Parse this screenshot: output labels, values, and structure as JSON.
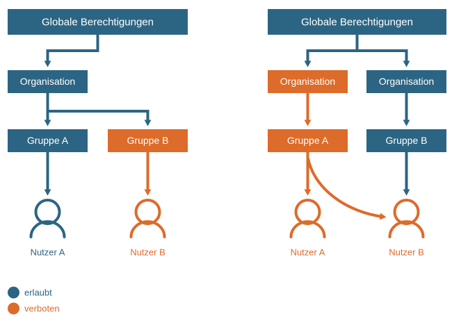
{
  "colors": {
    "allowed": "#2C6583",
    "forbidden": "#DD6B2A",
    "background": "#FFFFFF",
    "box_text": "#FFFFFF"
  },
  "left_panel": {
    "name": "inheritance-allowed-scenario",
    "nodes": {
      "global": {
        "label": "Globale Berechtigungen",
        "state": "erlaubt"
      },
      "organisation": {
        "label": "Organisation",
        "state": "erlaubt"
      },
      "gruppe_a": {
        "label": "Gruppe A",
        "state": "erlaubt"
      },
      "gruppe_b": {
        "label": "Gruppe B",
        "state": "verboten"
      },
      "nutzer_a": {
        "label": "Nutzer A",
        "state": "erlaubt"
      },
      "nutzer_b": {
        "label": "Nutzer B",
        "state": "verboten"
      }
    }
  },
  "right_panel": {
    "name": "inheritance-forbidden-scenario",
    "nodes": {
      "global": {
        "label": "Globale Berechtigungen",
        "state": "erlaubt"
      },
      "organisation_left": {
        "label": "Organisation",
        "state": "verboten"
      },
      "organisation_right": {
        "label": "Organisation",
        "state": "erlaubt"
      },
      "gruppe_a": {
        "label": "Gruppe A",
        "state": "verboten"
      },
      "gruppe_b": {
        "label": "Gruppe B",
        "state": "erlaubt"
      },
      "nutzer_a": {
        "label": "Nutzer A",
        "state": "verboten"
      },
      "nutzer_b": {
        "label": "Nutzer B",
        "state": "verboten"
      }
    }
  },
  "legend": {
    "items": [
      {
        "label": "erlaubt",
        "color": "#2C6583"
      },
      {
        "label": "verboten",
        "color": "#DD6B2A"
      }
    ]
  }
}
